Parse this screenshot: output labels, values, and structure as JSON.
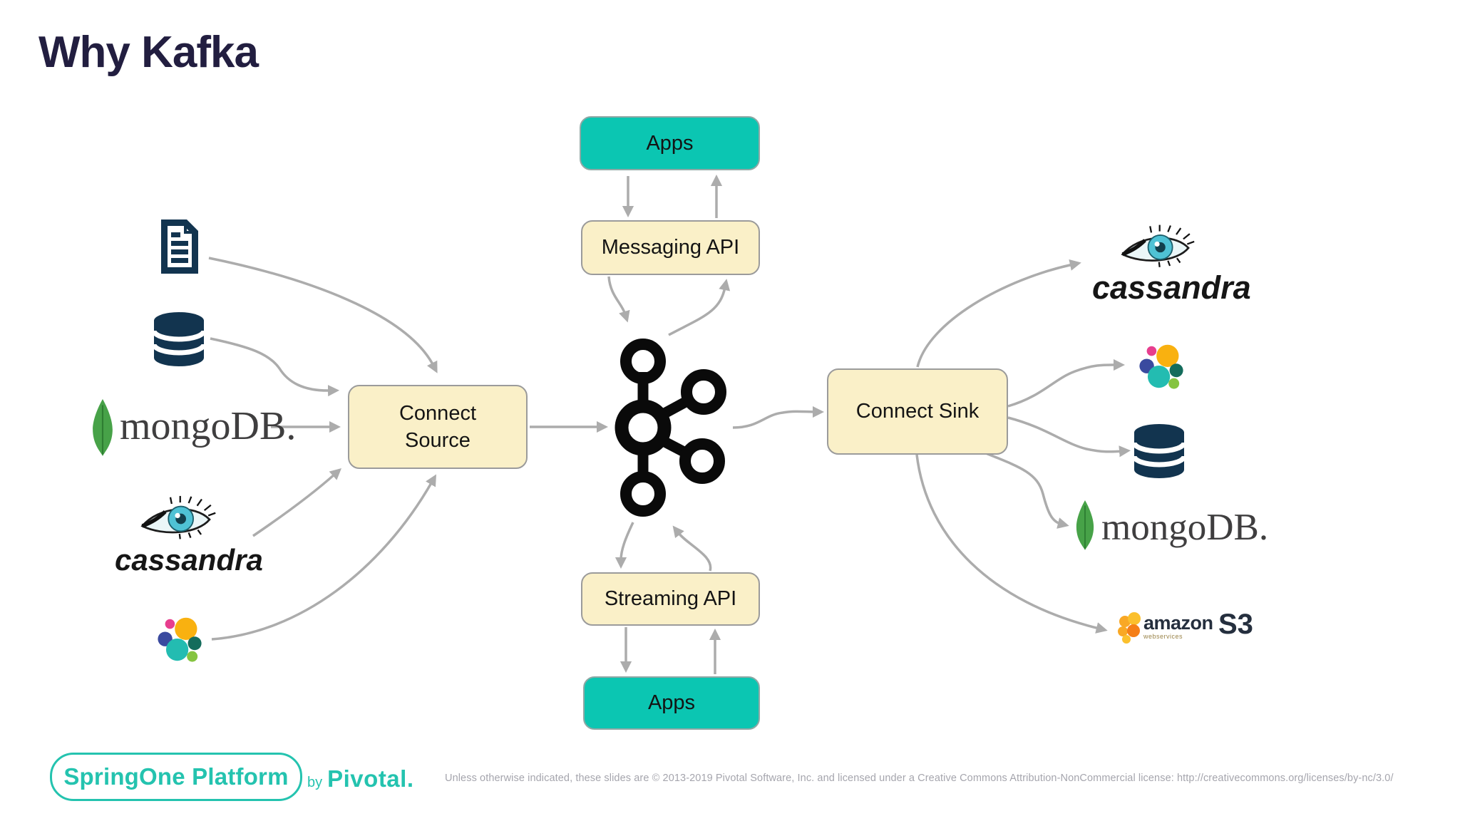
{
  "title": "Why Kafka",
  "colors": {
    "background": "#FFFFFF",
    "title_text": "#221E40",
    "teal_box": "#0BC6B2",
    "cream_box": "#FAF0C8",
    "box_border": "#9B9B9B",
    "box_text": "#141414",
    "arrow_gray": "#ACACAC",
    "icon_navy": "#12344F",
    "kafka_black": "#0A0A0A",
    "mongodb_green": "#47A248",
    "cassandra_iris_teal": "#4FC2D5",
    "elastic_yellow": "#F9B110",
    "elastic_pink": "#E73E8E",
    "elastic_blue": "#3A4A9F",
    "elastic_teal": "#23BCB1",
    "elastic_dark_green": "#146C5C",
    "elastic_light_green": "#85C440",
    "amazon_dark": "#252F3E",
    "amazon_gold": "#F9A825",
    "brand_teal": "#24C3AF",
    "license_gray": "#A5A5AD"
  },
  "diagram": {
    "boxes": {
      "apps_top": "Apps",
      "messaging_api": "Messaging API",
      "connect_source": "Connect Source",
      "connect_sink": "Connect Sink",
      "streaming_api": "Streaming API",
      "apps_bottom": "Apps"
    },
    "icons": {
      "left_sources": [
        "file-document",
        "database",
        "mongodb",
        "cassandra",
        "elasticsearch"
      ],
      "right_sinks": [
        "cassandra",
        "elasticsearch",
        "database",
        "mongodb",
        "amazon-s3"
      ],
      "center": "kafka-logo"
    },
    "logo_text": {
      "mongodb": "mongoDB.",
      "cassandra": "cassandra",
      "amazon": "amazon",
      "amazon_sub": "webservices",
      "s3": "S3"
    }
  },
  "footer": {
    "brand": "SpringOne Platform",
    "by": "by",
    "company": "Pivotal.",
    "license": "Unless otherwise indicated, these slides are © 2013-2019 Pivotal Software, Inc. and licensed under a Creative Commons Attribution-NonCommercial license: http://creativecommons.org/licenses/by-nc/3.0/"
  }
}
